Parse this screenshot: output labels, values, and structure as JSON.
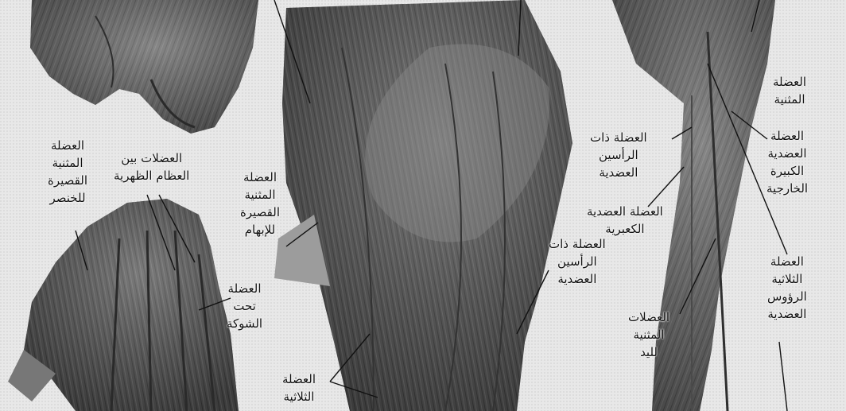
{
  "labels": {
    "thumb_short_flexor": [
      "العضلة",
      "المثنية",
      "القصيرة",
      "للإبهام"
    ],
    "little_finger_short_flexor": [
      "العضلة",
      "المثنية",
      "القصيرة",
      "للخنصر"
    ],
    "dorsal_interossei": [
      "العضلات بين",
      "العظام الظهرية"
    ],
    "infraspinatus": [
      "العضلة",
      "تحت",
      "الشوكة"
    ],
    "biceps_center": [
      "العضلة ذات",
      "الرأسين",
      "العضدية"
    ],
    "triceps_center": [
      "العضلة",
      "الثلاثية"
    ],
    "flexor_right": [
      "العضلة",
      "المثنية"
    ],
    "biceps_right": [
      "العضلة ذات",
      "الرأسين",
      "العضدية"
    ],
    "brachioradialis": [
      "العضلة العضدية",
      "الكعبرية"
    ],
    "ext_carpi_radialis_longus": [
      "العضلة",
      "العضدية",
      "الكبيرة",
      "الخارجية"
    ],
    "triceps_right": [
      "العضلة",
      "الثلاثية",
      "الرؤوس",
      "العضدية"
    ],
    "hand_flexors": [
      "العضلات",
      "المثنية",
      "لليد"
    ]
  },
  "colors": {
    "background": "#ececec",
    "muscle_dark": "#3a3a3a",
    "muscle_mid": "#6e6e6e",
    "muscle_light": "#a8a8a8",
    "ink": "#111111"
  }
}
